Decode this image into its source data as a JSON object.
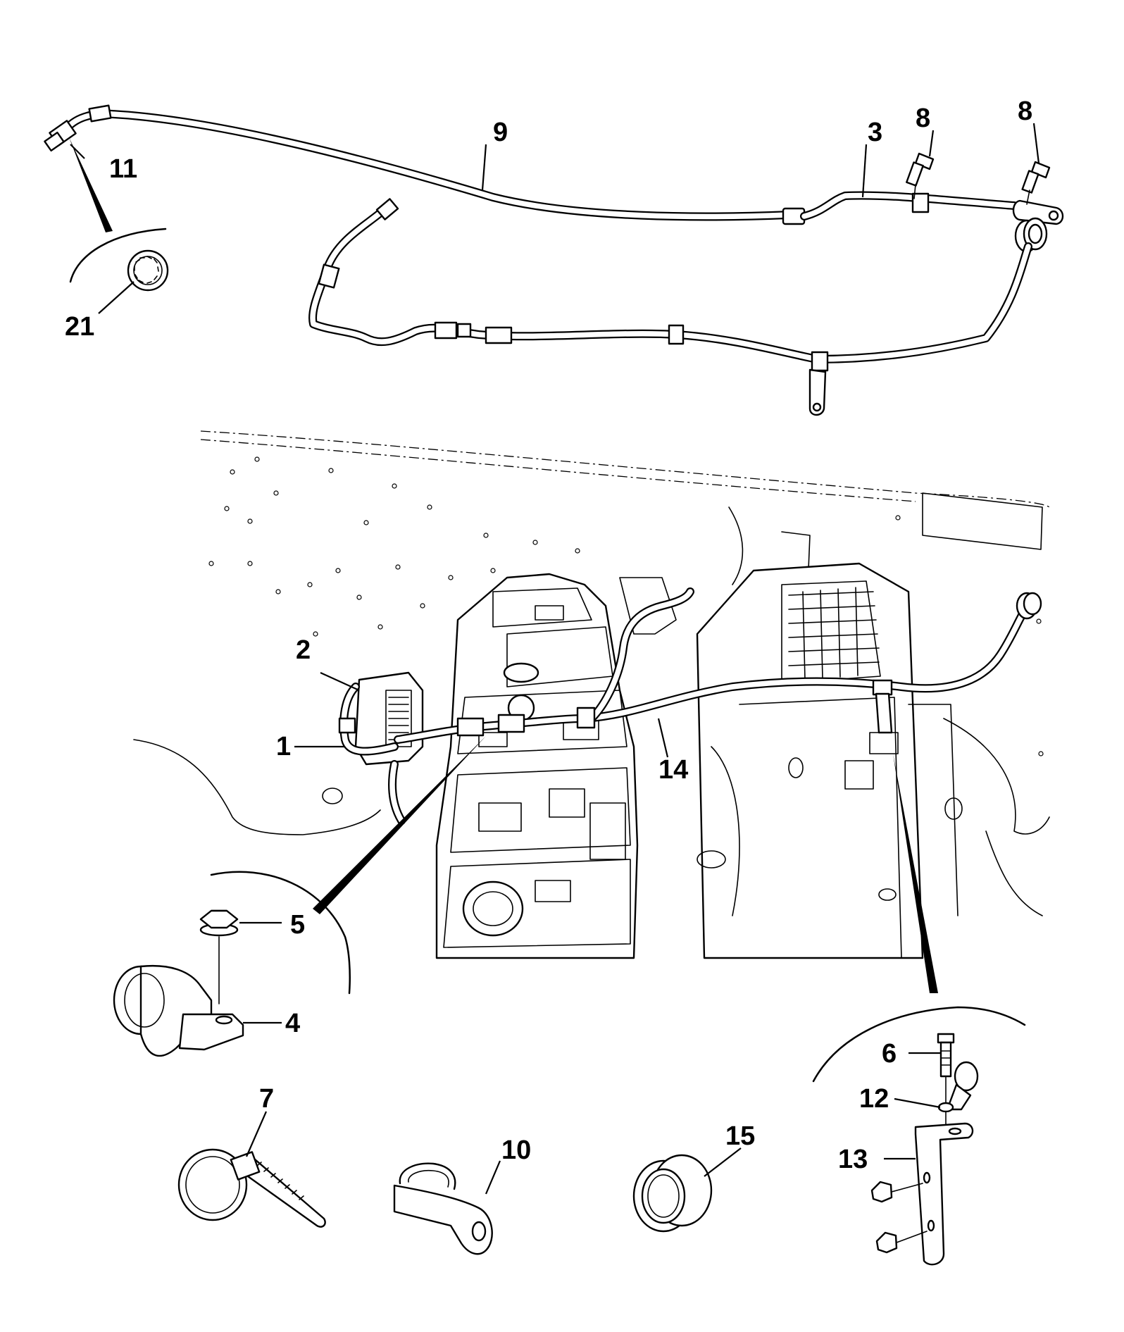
{
  "diagram": {
    "callouts": {
      "c1": "1",
      "c2": "2",
      "c3": "3",
      "c4": "4",
      "c5": "5",
      "c6": "6",
      "c7": "7",
      "c8a": "8",
      "c8b": "8",
      "c9": "9",
      "c10": "10",
      "c11": "11",
      "c12": "12",
      "c13": "13",
      "c14": "14",
      "c15": "15",
      "c21": "21"
    },
    "line_color": "#000000",
    "background_color": "#ffffff"
  }
}
